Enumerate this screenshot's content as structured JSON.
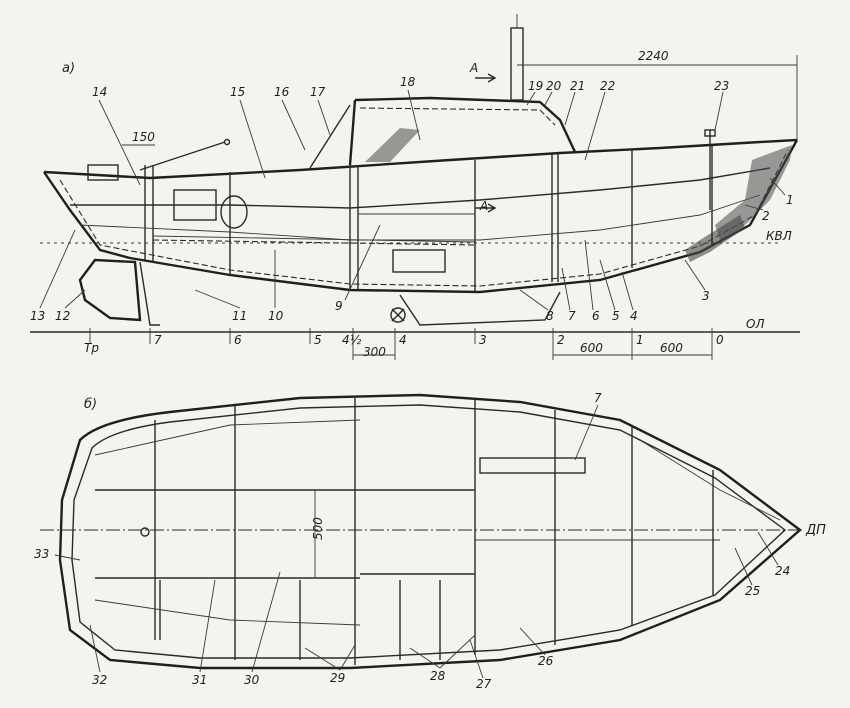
{
  "view_labels": {
    "side": "а)",
    "plan": "б)"
  },
  "section_mark": "А",
  "waterline_label": "КВЛ",
  "baseline_label": "ОЛ",
  "centerline_label": "ДП",
  "transom_label": "Тр",
  "dimensions": {
    "length": "2240",
    "offset": "150",
    "station_spacing_1": "600",
    "station_spacing_2": "600",
    "half_station": "300",
    "beam": "500"
  },
  "stations": [
    "0",
    "1",
    "2",
    "3",
    "4",
    "4½",
    "5",
    "6",
    "7"
  ],
  "callouts_side": [
    "1",
    "2",
    "3",
    "4",
    "5",
    "6",
    "7",
    "8",
    "9",
    "10",
    "11",
    "12",
    "13",
    "14",
    "15",
    "16",
    "17",
    "18",
    "19",
    "20",
    "21",
    "22",
    "23"
  ],
  "callouts_plan": [
    "7",
    "24",
    "25",
    "26",
    "27",
    "28",
    "29",
    "30",
    "31",
    "32",
    "33"
  ]
}
